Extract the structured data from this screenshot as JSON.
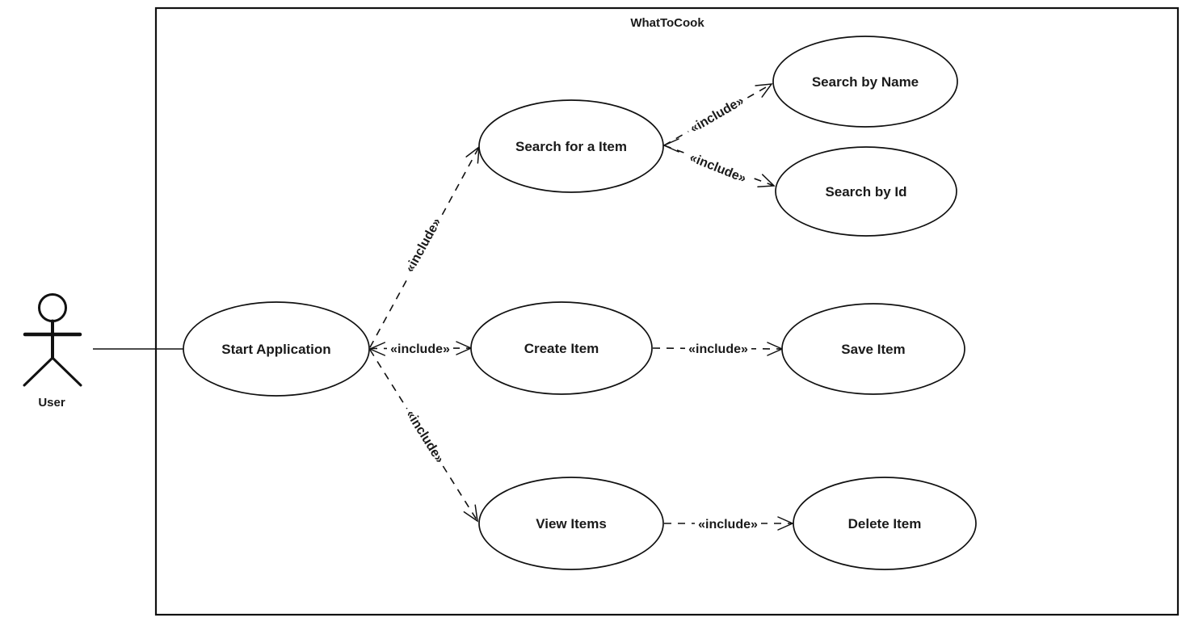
{
  "diagram": {
    "title": "WhatToCook",
    "actor": {
      "label": "User"
    },
    "use_cases": [
      {
        "id": "start-application",
        "label": "Start Application"
      },
      {
        "id": "search-for-a-item",
        "label": "Search for a Item"
      },
      {
        "id": "search-by-name",
        "label": "Search by Name"
      },
      {
        "id": "search-by-id",
        "label": "Search by Id"
      },
      {
        "id": "create-item",
        "label": "Create Item"
      },
      {
        "id": "save-item",
        "label": "Save Item"
      },
      {
        "id": "view-items",
        "label": "View Items"
      },
      {
        "id": "delete-item",
        "label": "Delete Item"
      }
    ],
    "relationships": [
      {
        "from": "Start Application",
        "to": "Search for a Item",
        "label": "«include»"
      },
      {
        "from": "Start Application",
        "to": "Create Item",
        "label": "«include»"
      },
      {
        "from": "Start Application",
        "to": "View Items",
        "label": "«include»"
      },
      {
        "from": "Search for a Item",
        "to": "Search by Name",
        "label": "«include»"
      },
      {
        "from": "Search for a Item",
        "to": "Search by Id",
        "label": "«include»"
      },
      {
        "from": "Create Item",
        "to": "Save Item",
        "label": "«include»"
      },
      {
        "from": "View Items",
        "to": "Delete Item",
        "label": "«include»"
      }
    ],
    "colors": {
      "stroke": "#111111",
      "text": "#1a1a1a",
      "background": "#ffffff"
    }
  }
}
